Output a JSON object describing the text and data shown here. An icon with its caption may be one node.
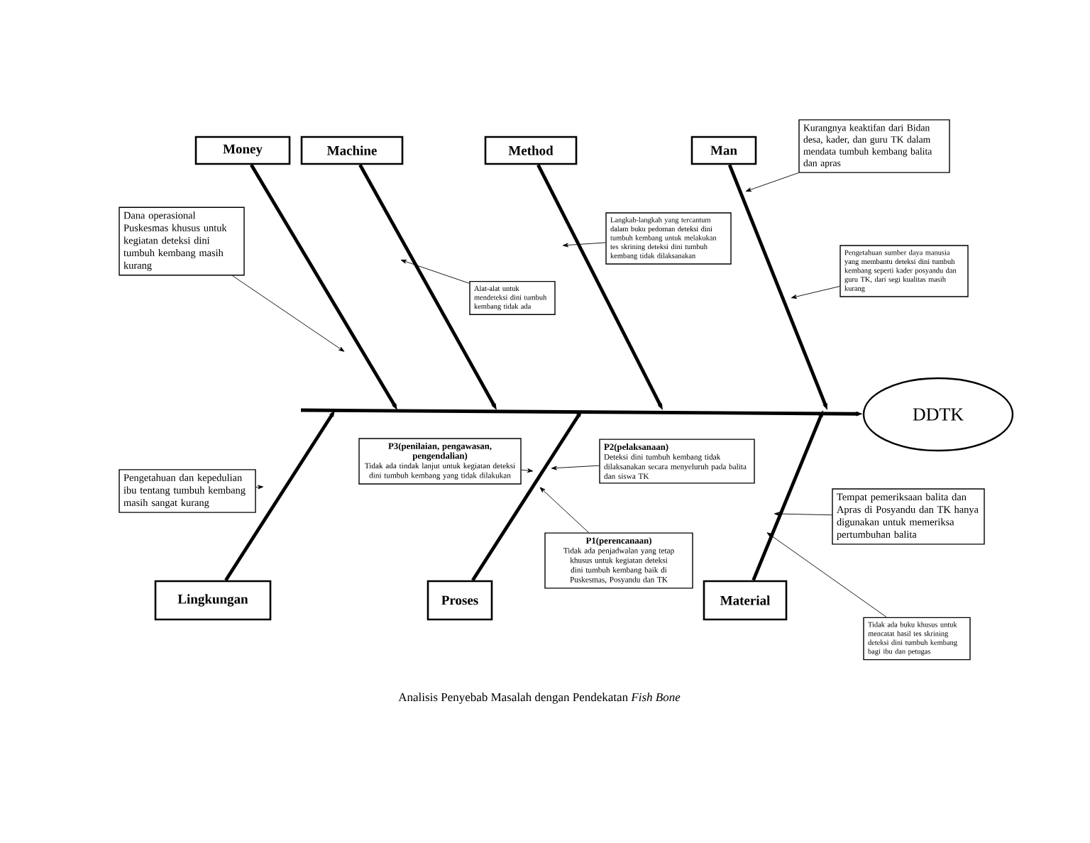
{
  "diagram": {
    "caption": "Analisis Penyebab Masalah dengan Pendekatan *Fish Bone*",
    "nodes": [
      {
        "text": [
          "Money"
        ]
      },
      {
        "text": [
          "Machine"
        ]
      },
      {
        "text": [
          "Method"
        ]
      },
      {
        "text": [
          "Man"
        ]
      },
      {
        "text": [
          "DDTK"
        ]
      },
      {
        "text": [
          "Lingkungan"
        ]
      },
      {
        "text": [
          "Proses"
        ]
      },
      {
        "text": [
          "Material"
        ]
      },
      {
        "text": [
          "Dana operasional Puskesmas khusus untuk kegiatan deteksi dini tumbuh kembang masih kurang"
        ]
      },
      {
        "text": [
          "Alat-alat untuk mendeteksi dini tumbuh kembang tidak ada"
        ]
      },
      {
        "text": [
          "Langkah-langkah yang tercantum dalam buku pedoman deteksi dini tumbuh kembang untuk melakukan tes skrining deteksi dini tumbuh kembang tidak dilaksanakan"
        ]
      },
      {
        "text": [
          "Kurangnya keaktifan dari Bidan desa, kader, dan guru TK dalam mendata tumbuh kembang balita dan apras"
        ]
      },
      {
        "text": [
          "Pengetahuan sumber daya manusia yang membantu deteksi dini tumbuh kembang seperti kader posyandu dan guru TK, dari segi kualitas masih kurang"
        ]
      },
      {
        "text": [
          "P3(penilaian, pengawasan, pengendalian)",
          "Tidak ada tindak lanjut untuk kegiatan deteksi dini tumbuh kembang yang tidak dilakukan"
        ]
      },
      {
        "text": [
          "P2(pelaksanaan)",
          "Deteksi dini tumbuh kembang tidak dilaksanakan secara menyeluruh pada balita dan siswa TK"
        ]
      },
      {
        "text": [
          "P1(perencanaan)",
          "Tidak ada penjadwalan yang tetap khusus untuk kegiatan deteksi dini tumbuh kembang baik di Puskesmas, Posyandu dan TK"
        ]
      },
      {
        "text": [
          "Pengetahuan dan kepedulian ibu tentang tumbuh kembang masih sangat kurang"
        ]
      },
      {
        "text": [
          "Tempat pemeriksaan balita dan Apras di Posyandu dan TK hanya digunakan untuk memeriksa pertumbuhan balita"
        ]
      },
      {
        "text": [
          "Tidak ada buku khusus untuk mencatat hasil tes skrining deteksi dini tumbuh kembang bagi ibu dan petugas"
        ]
      }
    ],
    "edges": [
      {
        "from": null,
        "to": 4,
        "arrow": "to",
        "style": "thick"
      },
      {
        "from": 0,
        "to": null,
        "arrow": "to",
        "style": "thick"
      },
      {
        "from": 1,
        "to": null,
        "arrow": "to",
        "style": "thick"
      },
      {
        "from": 2,
        "to": null,
        "arrow": "to",
        "style": "thick"
      },
      {
        "from": 3,
        "to": null,
        "arrow": "to",
        "style": "thick"
      },
      {
        "from": 5,
        "to": null,
        "arrow": "to",
        "style": "thick"
      },
      {
        "from": 6,
        "to": null,
        "arrow": "to",
        "style": "thick"
      },
      {
        "from": 7,
        "to": null,
        "arrow": "to",
        "style": "thick"
      },
      {
        "from": 8,
        "to": null,
        "arrow": "to"
      },
      {
        "from": 9,
        "to": null,
        "arrow": "to"
      },
      {
        "from": 10,
        "to": null,
        "arrow": "to"
      },
      {
        "from": 11,
        "to": null,
        "arrow": "to"
      },
      {
        "from": 12,
        "to": null,
        "arrow": "to"
      },
      {
        "from": 13,
        "to": null,
        "arrow": "to"
      },
      {
        "from": 14,
        "to": null,
        "arrow": "to"
      },
      {
        "from": 15,
        "to": null,
        "arrow": "to"
      },
      {
        "from": 16,
        "to": null,
        "arrow": "to"
      },
      {
        "from": 17,
        "to": null,
        "arrow": "to"
      },
      {
        "from": 18,
        "to": null,
        "arrow": "to"
      }
    ]
  }
}
